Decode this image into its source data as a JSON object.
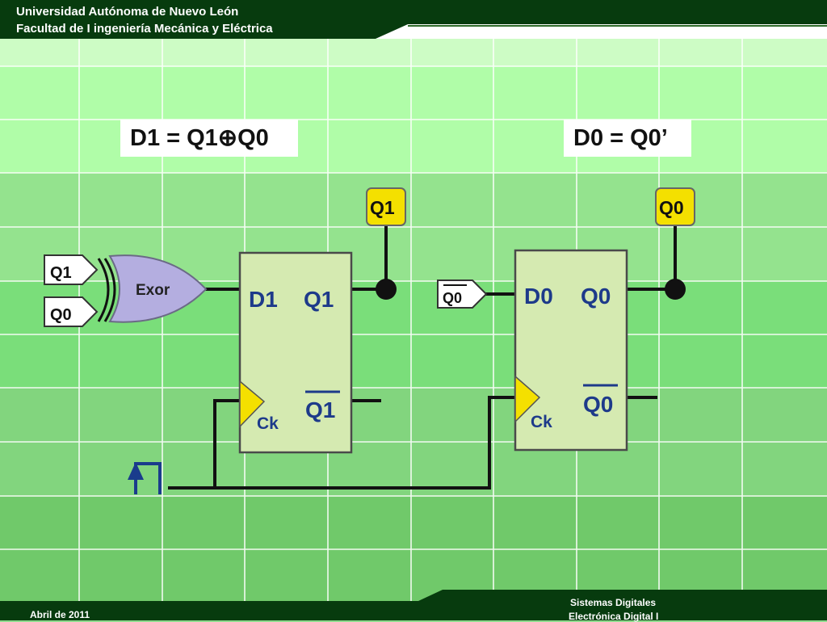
{
  "header": {
    "line1": "Universidad Autónoma de Nuevo León",
    "line2": "Facultad de I ingeniería Mecánica y Eléctrica"
  },
  "equations": {
    "d1": "D1 = Q1⊕Q0",
    "d0": "D0 = Q0’"
  },
  "circuit": {
    "gate_label": "Exor",
    "gate_input_q1": "Q1",
    "gate_input_q0": "Q0",
    "ff1": {
      "d": "D1",
      "q": "Q1",
      "qbar": "Q1",
      "ck": "Ck",
      "output_tag": "Q1"
    },
    "ff0": {
      "d": "D0",
      "q": "Q0",
      "qbar": "Q0",
      "ck": "Ck",
      "output_tag": "Q0",
      "input_tag": "Q0"
    }
  },
  "footer": {
    "date": "Abril de 2011",
    "course_line1": "Sistemas Digitales",
    "course_line2": "Electrónica Digital I"
  },
  "colors": {
    "dark_green": "#073b0e",
    "tag_yellow": "#f4e000",
    "flipflop_fill": "#d5eab1",
    "gate_fill": "#b4aee0",
    "clock_blue": "#1a3c8c"
  }
}
